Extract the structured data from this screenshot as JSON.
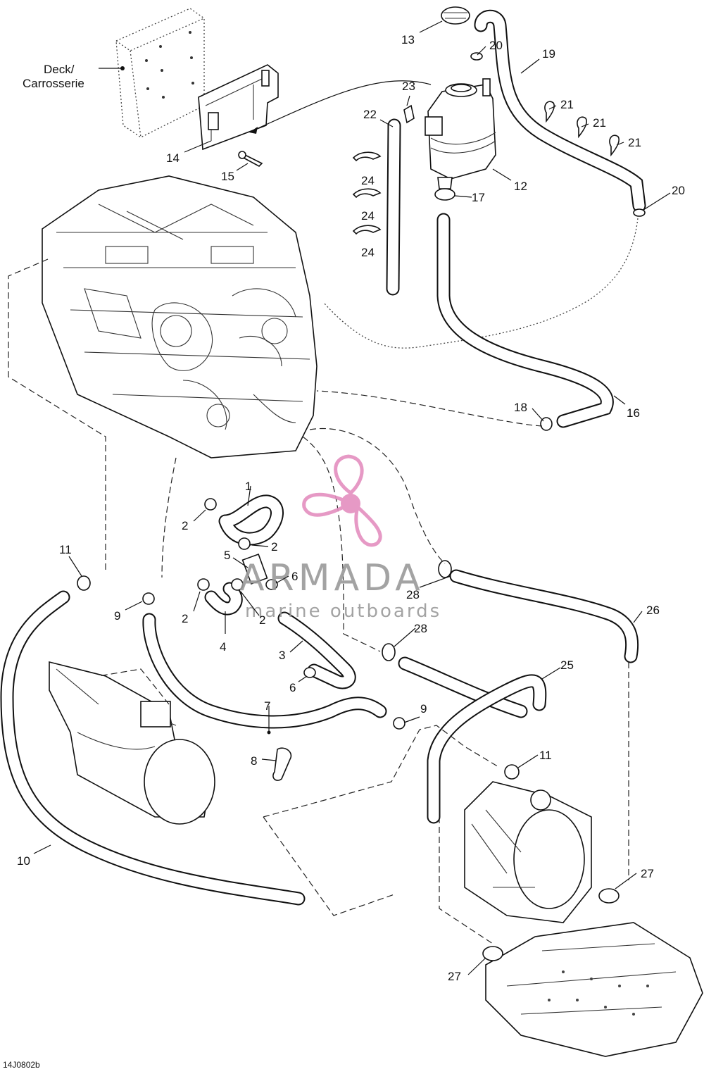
{
  "deck_label": {
    "line1": "Deck/",
    "line2": "Carrosserie"
  },
  "watermark": {
    "brand": "ARMADA",
    "tagline": "marine outboards",
    "color_pink": "#e48fbf",
    "color_gray": "#9a9a9a"
  },
  "reference_code": "14J0802b",
  "callouts": {
    "c1": "1",
    "c2a": "2",
    "c2b": "2",
    "c2c": "2",
    "c2d": "2",
    "c3": "3",
    "c4": "4",
    "c5": "5",
    "c6a": "6",
    "c6b": "6",
    "c7": "7",
    "c8": "8",
    "c9a": "9",
    "c9b": "9",
    "c10": "10",
    "c11a": "11",
    "c11b": "11",
    "c12": "12",
    "c13": "13",
    "c14": "14",
    "c15": "15",
    "c16": "16",
    "c17": "17",
    "c18": "18",
    "c19": "19",
    "c20a": "20",
    "c20b": "20",
    "c21a": "21",
    "c21b": "21",
    "c21c": "21",
    "c22": "22",
    "c23": "23",
    "c24a": "24",
    "c24b": "24",
    "c24c": "24",
    "c25": "25",
    "c26": "26",
    "c27a": "27",
    "c27b": "27",
    "c28a": "28",
    "c28b": "28"
  }
}
